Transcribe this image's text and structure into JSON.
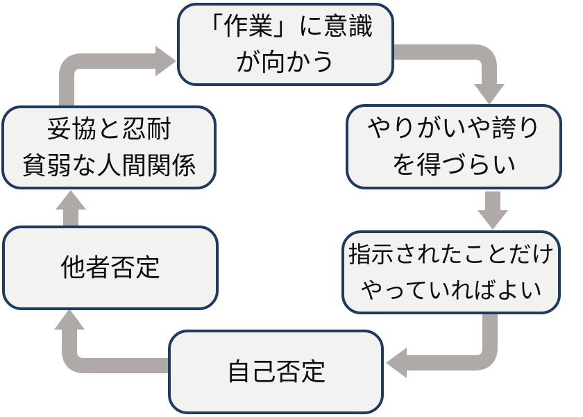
{
  "diagram": {
    "title": "negative-work-cycle",
    "nodes": [
      {
        "id": "focus-on-work",
        "lines": [
          "「作業」に意識",
          "が向かう"
        ]
      },
      {
        "id": "hard-to-gain-pride",
        "lines": [
          "やりがいや誇り",
          "を得づらい"
        ]
      },
      {
        "id": "just-do-what-told",
        "lines": [
          "指示されたことだけ",
          "やっていればよい"
        ]
      },
      {
        "id": "self-denial",
        "lines": [
          "自己否定"
        ]
      },
      {
        "id": "denial-of-others",
        "lines": [
          "他者否定"
        ]
      },
      {
        "id": "compromise-endurance",
        "lines": [
          "妥協と忍耐",
          "貧弱な人間関係"
        ]
      }
    ],
    "edges": [
      {
        "from": "focus-on-work",
        "to": "hard-to-gain-pride"
      },
      {
        "from": "hard-to-gain-pride",
        "to": "just-do-what-told"
      },
      {
        "from": "just-do-what-told",
        "to": "self-denial"
      },
      {
        "from": "self-denial",
        "to": "denial-of-others"
      },
      {
        "from": "denial-of-others",
        "to": "compromise-endurance"
      },
      {
        "from": "compromise-endurance",
        "to": "focus-on-work"
      }
    ],
    "colors": {
      "box_border": "#1f3b5e",
      "box_fill": "#f2f2f1",
      "arrow": "#afaaa8",
      "text": "#0d0d0d",
      "background": "#ffffff"
    }
  }
}
